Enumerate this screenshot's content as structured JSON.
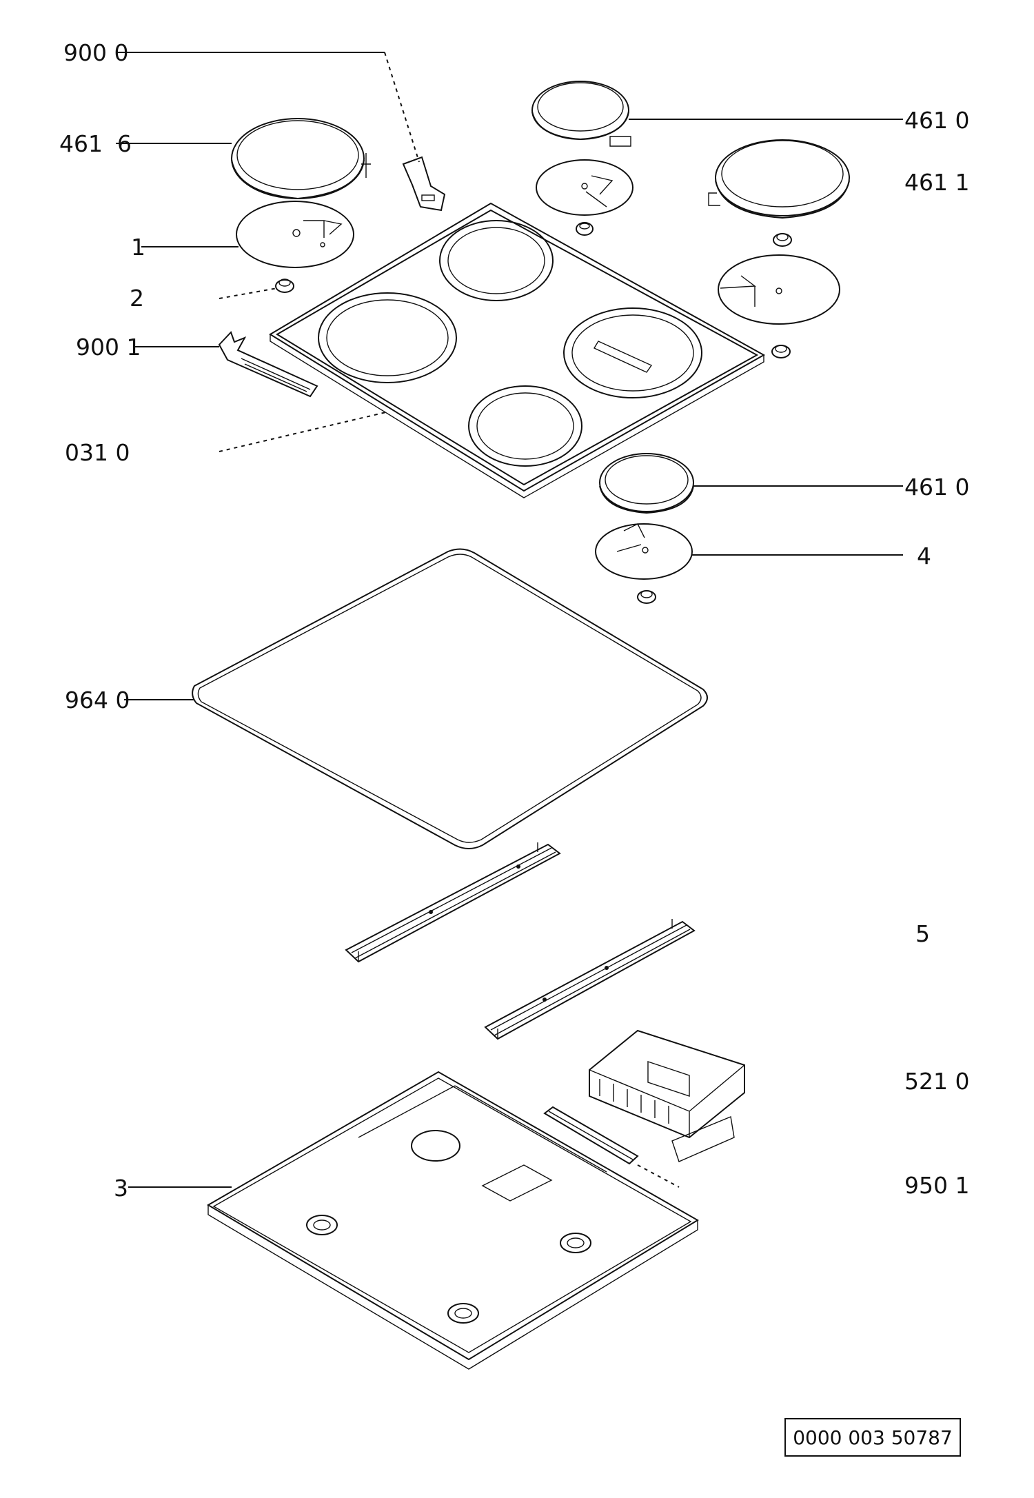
{
  "labels": {
    "p900_0": "900 0",
    "p461_6": "461  6",
    "p1": "1",
    "p2": "2",
    "p900_1": "900 1",
    "p031_0": "031 0",
    "p461_0_top": "461 0",
    "p461_1": "461 1",
    "p461_0_mid": "461 0",
    "p4": "4",
    "p964_0": "964 0",
    "p5": "5",
    "p521_0": "521 0",
    "p950_1": "950 1",
    "p3": "3"
  },
  "reference_number": "0000 003 50787"
}
